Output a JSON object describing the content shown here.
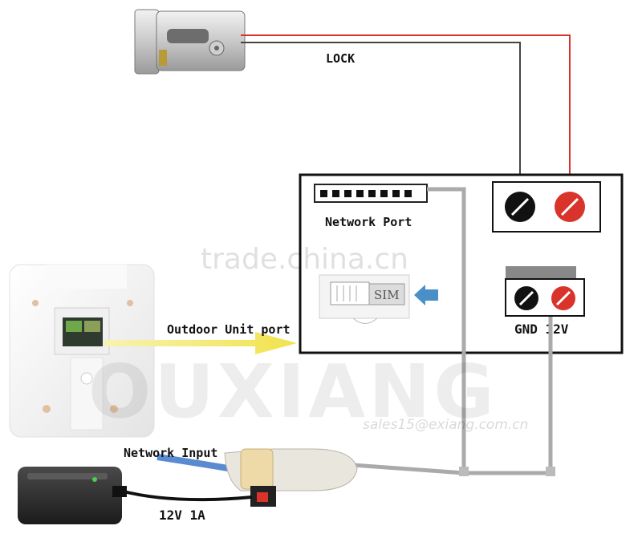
{
  "labels": {
    "lock": "LOCK",
    "network_port": "Network Port",
    "sim": "SIM",
    "outdoor_unit_port": "Outdoor Unit port",
    "gnd_12v": "GND 12V",
    "network_input": "Network Input",
    "power": "12V 1A"
  },
  "watermark": {
    "site": "trade.china.cn",
    "brand": "OUXIANG",
    "email": "sales15@exiang.com.cn"
  },
  "colors": {
    "red_wire": "#d9342b",
    "black_wire": "#444444",
    "grey_wire": "#aaaaaa",
    "arrow_yellow": "#f2e24a",
    "arrow_blue": "#4a90c8",
    "terminal_red": "#d9342b",
    "terminal_black": "#111111"
  }
}
